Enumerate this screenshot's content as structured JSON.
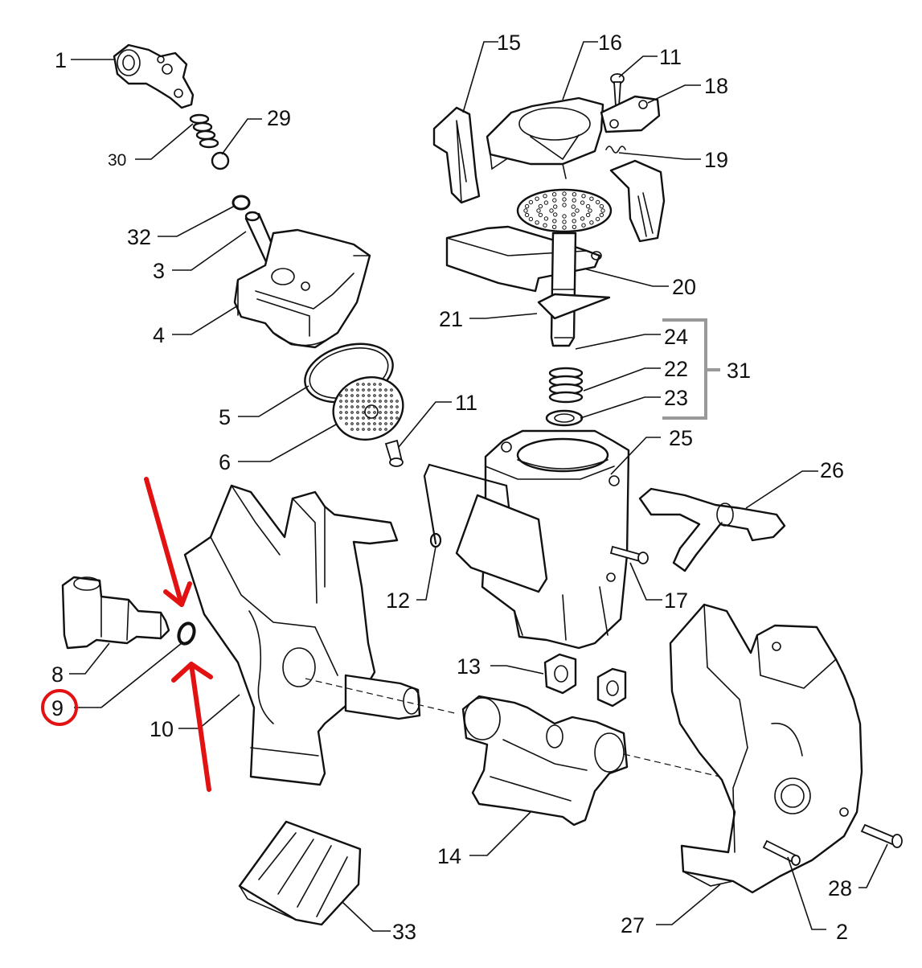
{
  "diagram": {
    "callouts": [
      {
        "id": "c1",
        "label": "1"
      },
      {
        "id": "c30",
        "label": "30"
      },
      {
        "id": "c29",
        "label": "29"
      },
      {
        "id": "c32",
        "label": "32"
      },
      {
        "id": "c3",
        "label": "3"
      },
      {
        "id": "c4",
        "label": "4"
      },
      {
        "id": "c5",
        "label": "5"
      },
      {
        "id": "c6",
        "label": "6"
      },
      {
        "id": "c11a",
        "label": "11"
      },
      {
        "id": "c15",
        "label": "15"
      },
      {
        "id": "c16",
        "label": "16"
      },
      {
        "id": "c11b",
        "label": "11"
      },
      {
        "id": "c18",
        "label": "18"
      },
      {
        "id": "c19",
        "label": "19"
      },
      {
        "id": "c20",
        "label": "20"
      },
      {
        "id": "c21",
        "label": "21"
      },
      {
        "id": "c24",
        "label": "24"
      },
      {
        "id": "c22",
        "label": "22"
      },
      {
        "id": "c23",
        "label": "23"
      },
      {
        "id": "c31",
        "label": "31"
      },
      {
        "id": "c25",
        "label": "25"
      },
      {
        "id": "c26",
        "label": "26"
      },
      {
        "id": "c12",
        "label": "12"
      },
      {
        "id": "c17",
        "label": "17"
      },
      {
        "id": "c8",
        "label": "8"
      },
      {
        "id": "c9",
        "label": "9"
      },
      {
        "id": "c10",
        "label": "10"
      },
      {
        "id": "c13",
        "label": "13"
      },
      {
        "id": "c14",
        "label": "14"
      },
      {
        "id": "c33",
        "label": "33"
      },
      {
        "id": "c27",
        "label": "27"
      },
      {
        "id": "c2",
        "label": "2"
      },
      {
        "id": "c28",
        "label": "28"
      }
    ],
    "highlighted_part": "9",
    "colors": {
      "highlight": "#e31212",
      "bracket": "#999999",
      "line": "#111111"
    }
  }
}
